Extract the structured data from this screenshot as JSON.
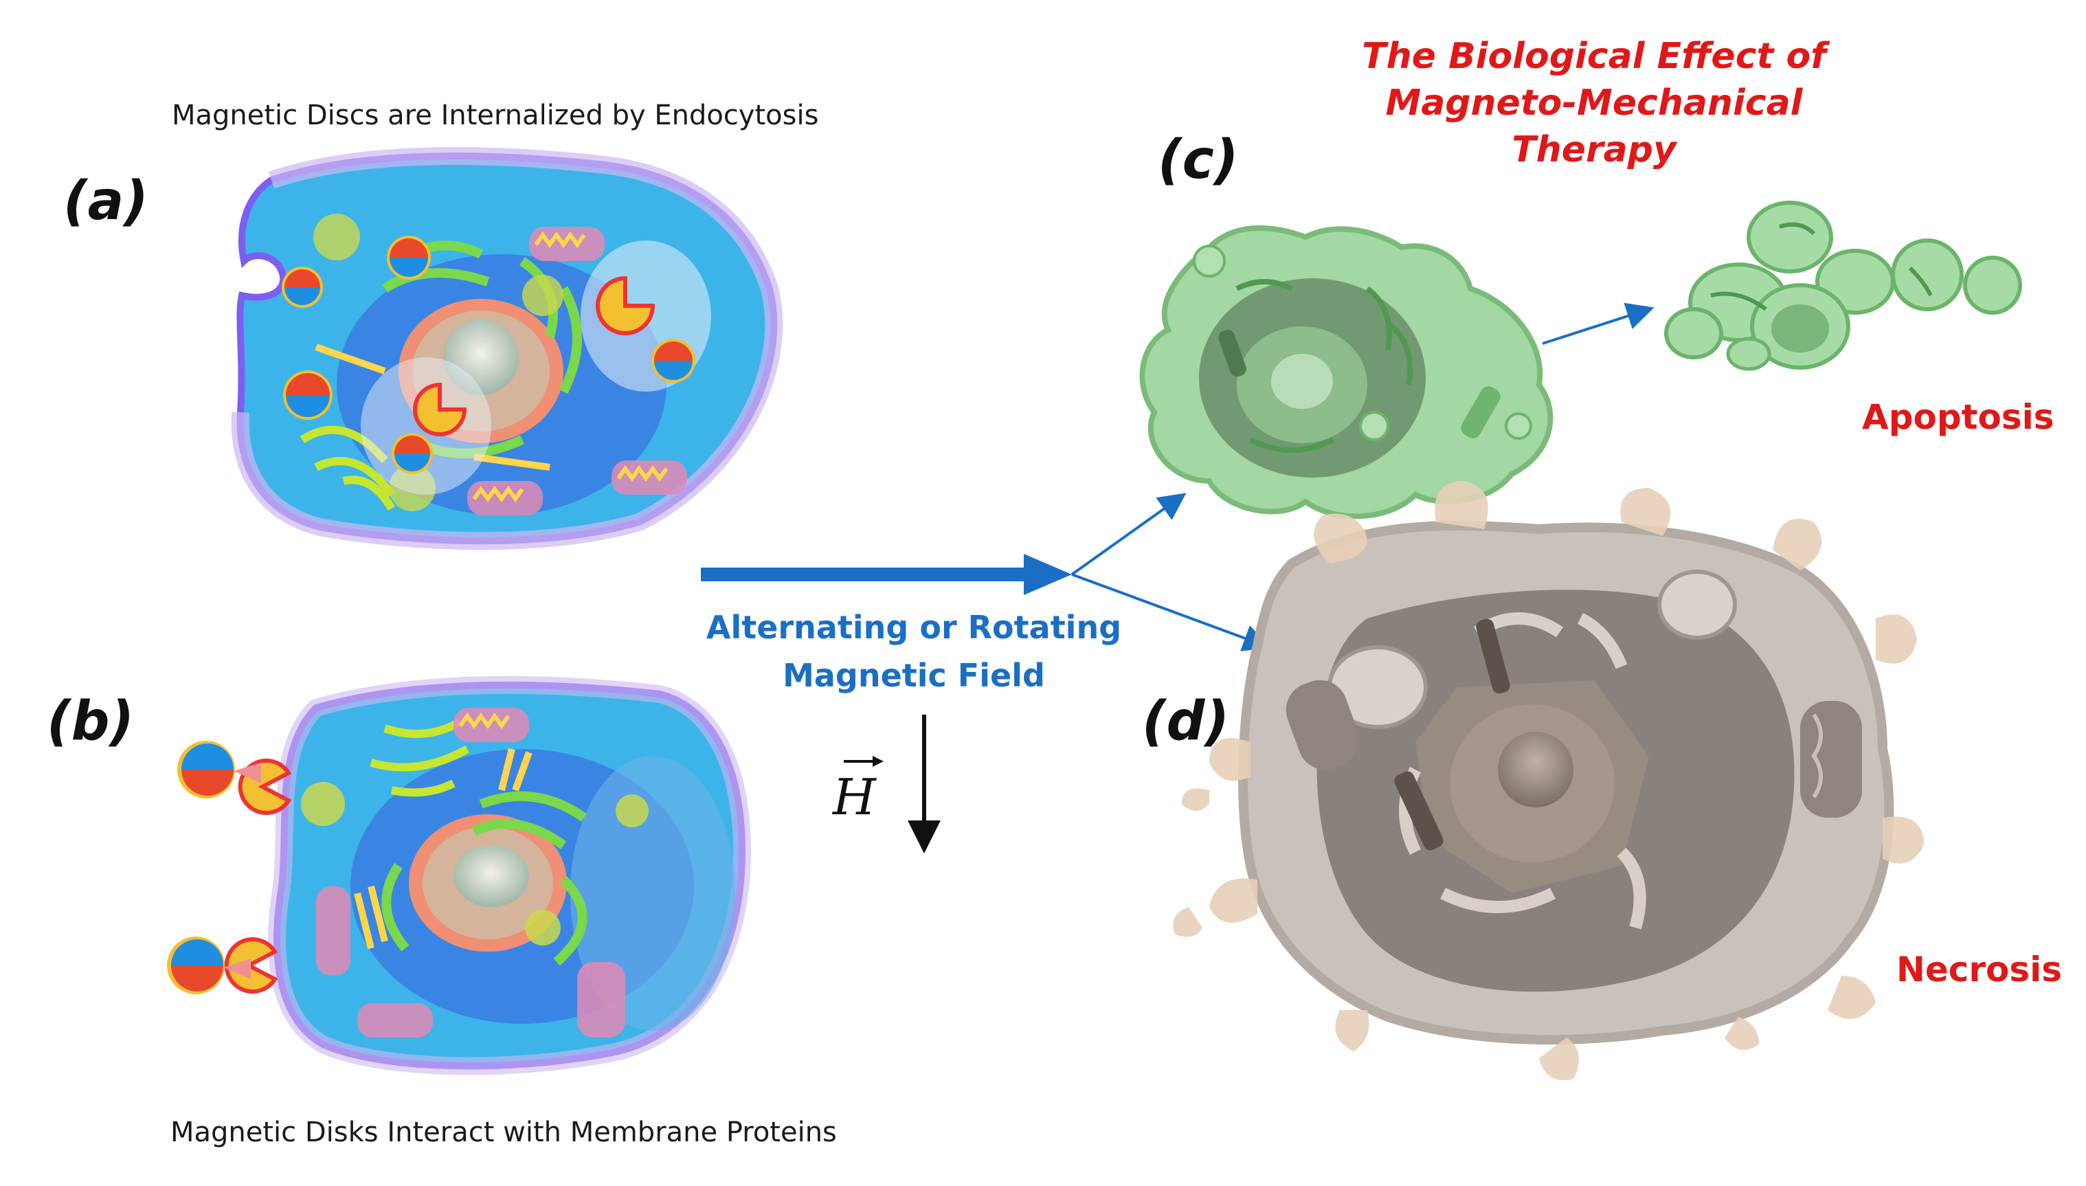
{
  "captions": {
    "top": "Magnetic Discs are Internalized by Endocytosis",
    "bottom": "Magnetic Disks Interact with Membrane Proteins"
  },
  "panels": {
    "a": "(a)",
    "b": "(b)",
    "c": "(c)",
    "d": "(d)"
  },
  "title": {
    "line1": "The Biological Effect of",
    "line2": "Magneto-Mechanical",
    "line3": "Therapy"
  },
  "field": {
    "line1": "Alternating or Rotating",
    "line2": "Magnetic Field",
    "symbol": "H"
  },
  "outcomes": {
    "apoptosis": "Apoptosis",
    "necrosis": "Necrosis"
  },
  "colors": {
    "accent_red": "#e01818",
    "arrow_blue": "#1a6fc4",
    "cell_blue": "#3fb7ec",
    "membrane_purple": "#b9a2e6",
    "apoptotic_green": "#8ccf8c",
    "necrotic_gray": "#a39a90"
  }
}
